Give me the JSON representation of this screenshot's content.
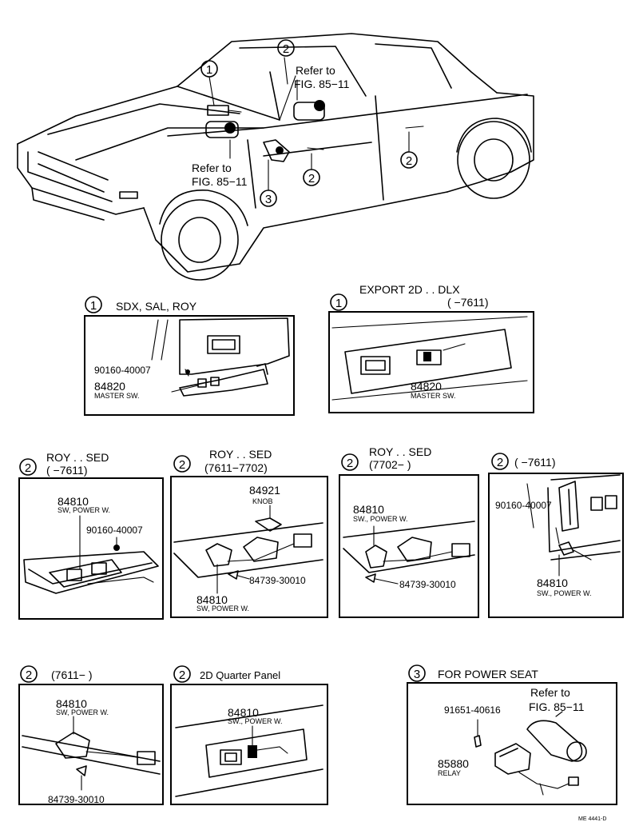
{
  "top": {
    "callout_1": "1",
    "callout_2a": "2",
    "callout_2b": "2",
    "callout_2c": "2",
    "callout_3": "3",
    "refer_a_1": "Refer to",
    "refer_a_2": "FIG. 85−11",
    "refer_b_1": "Refer to",
    "refer_b_2": "FIG. 85−11"
  },
  "panels": {
    "p1a": {
      "num": "1",
      "title": "SDX, SAL, ROY",
      "part_a": "90160-40007",
      "part_b": "84820",
      "part_b_desc": "MASTER SW."
    },
    "p1b": {
      "num": "1",
      "title": "EXPORT 2D . . DLX",
      "title2": "(          −7611)",
      "part_b": "84820",
      "part_b_desc": "MASTER SW."
    },
    "p2a": {
      "num": "2",
      "title": "ROY . . SED",
      "title2": "(         −7611)",
      "part_a": "84810",
      "part_a_desc": "SW, POWER W.",
      "part_b": "90160-40007"
    },
    "p2b": {
      "num": "2",
      "title": "ROY . . SED",
      "title2": "(7611−7702)",
      "part_a": "84921",
      "part_a_desc": "KNOB",
      "part_b": "84739-30010",
      "part_c": "84810",
      "part_c_desc": "SW, POWER W."
    },
    "p2c": {
      "num": "2",
      "title": "ROY . . SED",
      "title2": "(7702−          )",
      "part_a": "84810",
      "part_a_desc": "SW., POWER W.",
      "part_b": "84739-30010"
    },
    "p2d": {
      "num": "2",
      "title": "(          −7611)",
      "part_a": "90160-40007",
      "part_b": "84810",
      "part_b_desc": "SW., POWER W."
    },
    "p2e": {
      "num": "2",
      "title": "(7611−          )",
      "part_a": "84810",
      "part_a_desc": "SW, POWER W.",
      "part_b": "84739-30010"
    },
    "p2f": {
      "num": "2",
      "title": "2D Quarter Panel",
      "part_a": "84810",
      "part_a_desc": "SW., POWER W."
    },
    "p3": {
      "num": "3",
      "title": "FOR POWER SEAT",
      "refer_1": "Refer to",
      "refer_2": "FIG. 85−11",
      "part_a": "91651-40616",
      "part_b": "85880",
      "part_b_desc": "RELAY"
    }
  },
  "footer": {
    "code": "ME 4441-D"
  }
}
